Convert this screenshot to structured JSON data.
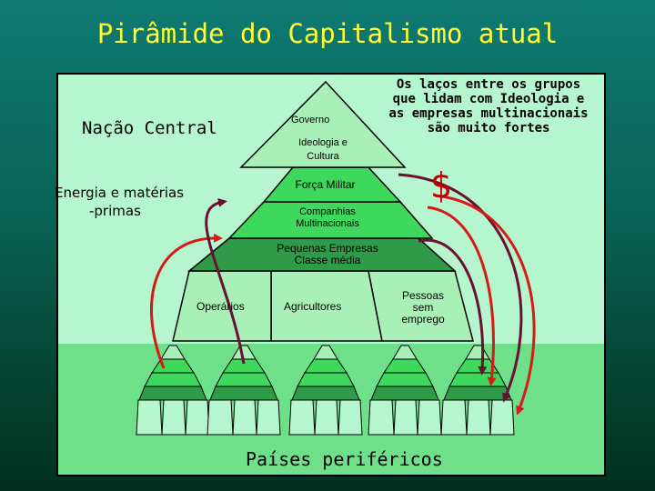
{
  "title": "Pirâmide do Capitalismo atual",
  "labels": {
    "nacao_central": "Nação Central",
    "energia_line1": "Energia e matérias",
    "energia_line2": "-primas",
    "lacos_line1": "Os laços entre os grupos",
    "lacos_line2": "que lidam com Ideologia e",
    "lacos_line3": "as empresas multinacionais",
    "lacos_line4": "são muito fortes",
    "dollar": "$",
    "paises": "Países periféricos"
  },
  "pyramid": {
    "governo": "Governo",
    "ideologia_line1": "Ideologia e",
    "ideologia_line2": "Cultura",
    "militar": "Força Militar",
    "companhias_line1": "Companhias",
    "companhias_line2": "Multinacionais",
    "pequenas_line1": "Pequenas Empresas",
    "pequenas_line2": "Classe média",
    "operarios": "Operários",
    "agricultores": "Agricultores",
    "pessoas_line1": "Pessoas",
    "pessoas_line2": "sem",
    "pessoas_line3": "emprego"
  },
  "colors": {
    "title": "#ffff33",
    "panel": "#b6f6ce",
    "lower_panel": "#6fe08a",
    "apex": "#a8f0b8",
    "bright_green": "#3ed95c",
    "dark_green": "#2f9a48",
    "dollar": "#c00000",
    "arrow_red": "#d61a1a",
    "arrow_purple": "#6a1030"
  }
}
